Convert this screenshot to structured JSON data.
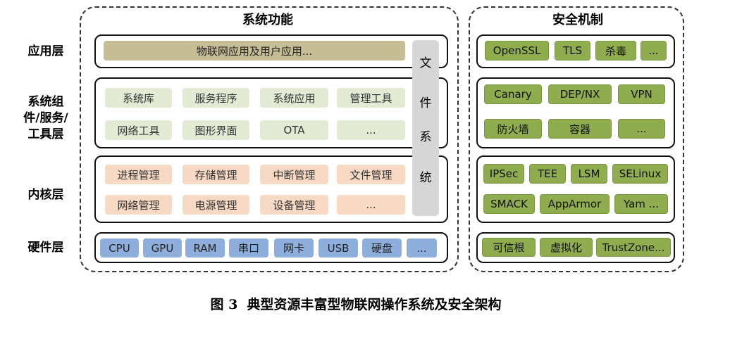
{
  "titles": {
    "system_functions": "系统功能",
    "security": "安全机制"
  },
  "side_labels": {
    "app": "应用层",
    "components": [
      "系统组",
      "件/服务/",
      "工具层"
    ],
    "kernel": "内核层",
    "hardware": "硬件层"
  },
  "file_system": [
    "文",
    "件",
    "系",
    "统"
  ],
  "app_layer": {
    "content": "物联网应用及用户应用..."
  },
  "component_layer": [
    "系统库",
    "服务程序",
    "系统应用",
    "管理工具",
    "网络工具",
    "图形界面",
    "OTA",
    "..."
  ],
  "kernel_layer": [
    "进程管理",
    "存储管理",
    "中断管理",
    "文件管理",
    "网络管理",
    "电源管理",
    "设备管理",
    "..."
  ],
  "hardware_layer": [
    "CPU",
    "GPU",
    "RAM",
    "串口",
    "网卡",
    "USB",
    "硬盘",
    "..."
  ],
  "security": {
    "app": [
      "OpenSSL",
      "TLS",
      "杀毒",
      "..."
    ],
    "components": [
      "Canary",
      "DEP/NX",
      "VPN",
      "防火墙",
      "容器",
      "..."
    ],
    "kernel": [
      "IPSec",
      "TEE",
      "LSM",
      "SELinux",
      "SMACK",
      "AppArmor",
      "Yam ..."
    ],
    "hardware": [
      "可信根",
      "虚拟化",
      "TrustZone..."
    ]
  },
  "caption": "图 3  典型资源丰富型物联网操作系统及安全架构",
  "colors": {
    "security_green": "#8fad4e",
    "component_green": "#e3ebd4",
    "kernel_peach": "#f7d9c4",
    "hardware_blue": "#8eafdc",
    "app_tan": "#c6bd95",
    "file_system_gray": "#d6d6d6"
  }
}
